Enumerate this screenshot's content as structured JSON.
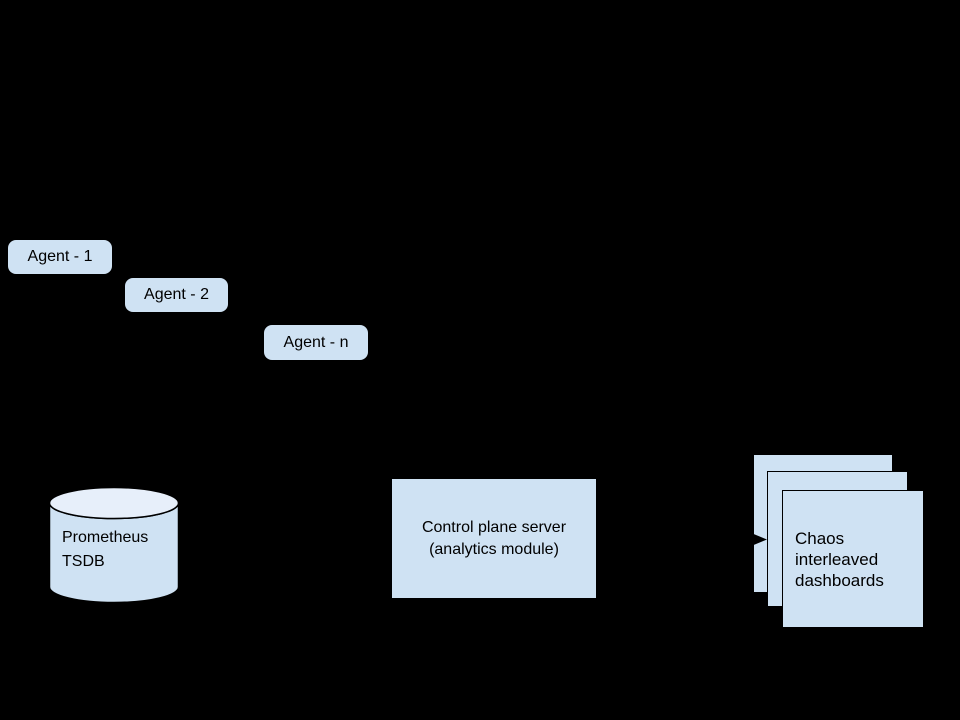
{
  "colors": {
    "background": "#000000",
    "node_fill": "#cfe2f3",
    "cylinder_top_fill": "#e7effa",
    "outline": "#000000",
    "text": "#000000"
  },
  "nodes": {
    "agents": [
      {
        "label": "Agent - 1"
      },
      {
        "label": "Agent - 2"
      },
      {
        "label": "Agent - n"
      }
    ],
    "database": {
      "lines": [
        "Prometheus",
        "TSDB"
      ]
    },
    "control_plane": {
      "lines": [
        "Control plane server",
        "(analytics module)"
      ]
    },
    "dashboards": {
      "lines": [
        "Chaos",
        "interleaved",
        "dashboards"
      ]
    }
  },
  "icons": {
    "arrowhead": "right-arrowhead"
  }
}
